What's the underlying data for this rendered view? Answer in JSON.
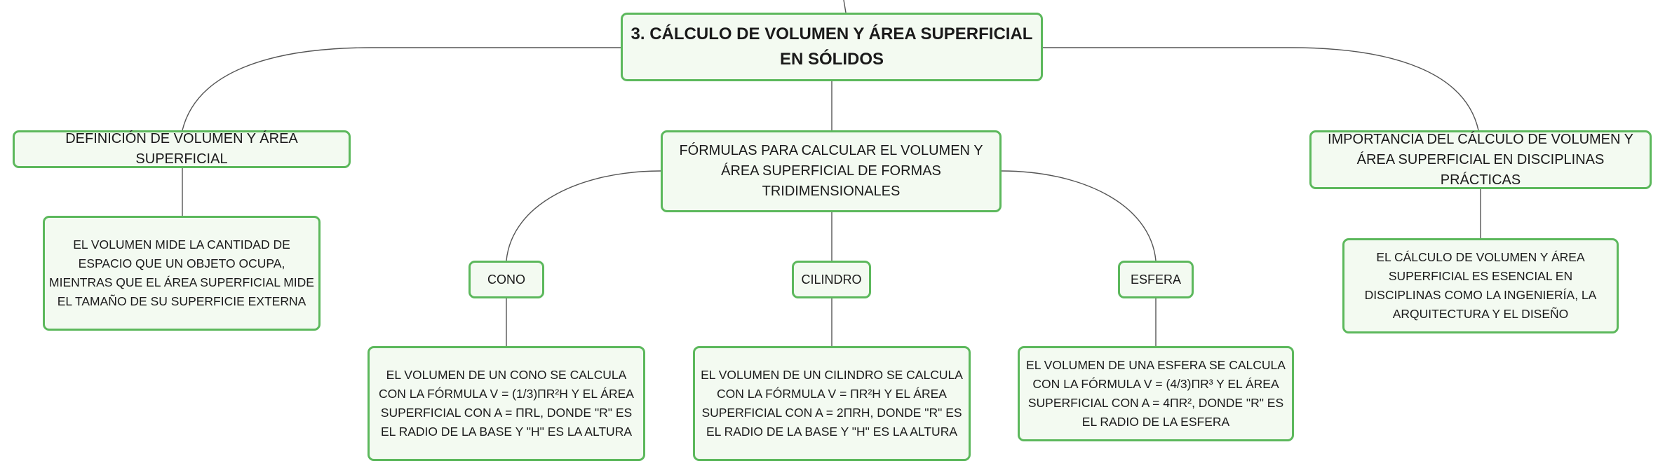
{
  "map": {
    "root": "3. CÁLCULO DE VOLUMEN Y ÁREA SUPERFICIAL EN SÓLIDOS",
    "definition": {
      "title": "DEFINICIÓN DE VOLUMEN Y ÁREA SUPERFICIAL",
      "detail": "EL VOLUMEN MIDE LA CANTIDAD DE ESPACIO QUE UN OBJETO OCUPA, MIENTRAS QUE EL ÁREA SUPERFICIAL MIDE EL TAMAÑO DE SU SUPERFICIE EXTERNA"
    },
    "formulas": {
      "title": "FÓRMULAS PARA CALCULAR EL VOLUMEN Y ÁREA SUPERFICIAL DE FORMAS TRIDIMENSIONALES",
      "cone": {
        "label": "CONO",
        "detail": "EL VOLUMEN DE UN CONO SE CALCULA CON LA FÓRMULA V = (1/3)ΠR²H Y EL ÁREA SUPERFICIAL CON A = ΠRL, DONDE \"R\" ES EL RADIO DE LA BASE Y \"H\" ES LA ALTURA"
      },
      "cylinder": {
        "label": "CILINDRO",
        "detail": "EL VOLUMEN DE UN CILINDRO SE CALCULA CON LA FÓRMULA V = ΠR²H Y EL ÁREA SUPERFICIAL CON A = 2ΠRH, DONDE \"R\" ES EL RADIO DE LA BASE Y \"H\" ES LA ALTURA"
      },
      "sphere": {
        "label": "ESFERA",
        "detail": "EL VOLUMEN DE UNA ESFERA SE CALCULA CON LA FÓRMULA V = (4/3)ΠR³ Y EL ÁREA SUPERFICIAL CON A = 4ΠR², DONDE \"R\" ES EL RADIO DE LA ESFERA"
      }
    },
    "importance": {
      "title": "IMPORTANCIA DEL CÁLCULO DE VOLUMEN Y ÁREA SUPERFICIAL EN DISCIPLINAS PRÁCTICAS",
      "detail": "EL CÁLCULO DE VOLUMEN Y ÁREA SUPERFICIAL ES ESENCIAL EN DISCIPLINAS COMO LA INGENIERÍA, LA ARQUITECTURA Y EL DISEÑO"
    }
  },
  "style": {
    "border_color": "#5cb85c",
    "fill_color": "#f3faf1",
    "line_color": "#555555"
  }
}
